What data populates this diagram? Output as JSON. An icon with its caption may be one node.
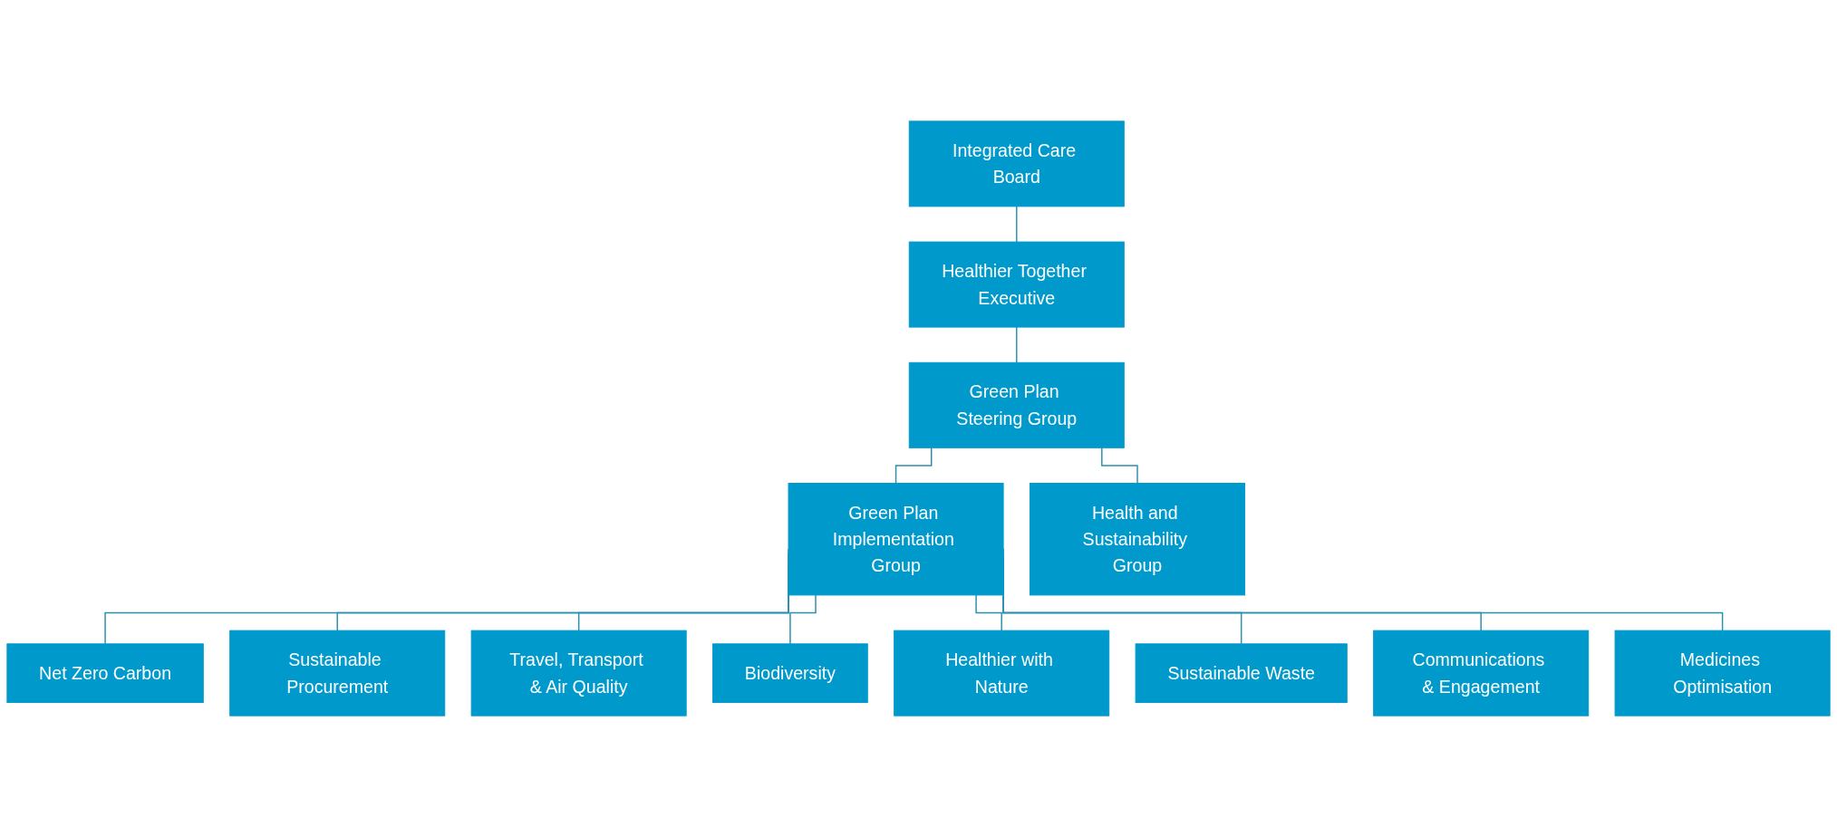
{
  "diagram": {
    "nodes": [
      {
        "text": [
          "Integrated Care Board"
        ]
      },
      {
        "text": [
          "Healthier Together Executive"
        ]
      },
      {
        "text": [
          "Green Plan Steering Group"
        ]
      },
      {
        "text": [
          "Green Plan Implementation Group"
        ]
      },
      {
        "text": [
          "Health and Sustainability Group"
        ]
      },
      {
        "text": [
          "Net Zero Carbon"
        ]
      },
      {
        "text": [
          "Sustainable Procurement"
        ]
      },
      {
        "text": [
          "Travel, Transport & Air Quality"
        ]
      },
      {
        "text": [
          "Biodiversity"
        ]
      },
      {
        "text": [
          "Healthier with Nature"
        ]
      },
      {
        "text": [
          "Sustainable Waste"
        ]
      },
      {
        "text": [
          "Communications & Engagement"
        ]
      },
      {
        "text": [
          "Medicines Optimisation"
        ]
      }
    ],
    "edges": [
      {
        "from": 0,
        "to": 1,
        "arrow": "none"
      },
      {
        "from": 1,
        "to": 2,
        "arrow": "none"
      },
      {
        "from": 2,
        "to": 3,
        "arrow": "none"
      },
      {
        "from": 2,
        "to": 4,
        "arrow": "none"
      },
      {
        "from": 3,
        "to": 5,
        "arrow": "none"
      },
      {
        "from": 3,
        "to": 6,
        "arrow": "none"
      },
      {
        "from": 3,
        "to": 7,
        "arrow": "none"
      },
      {
        "from": 3,
        "to": 8,
        "arrow": "none"
      },
      {
        "from": 3,
        "to": 9,
        "arrow": "none"
      },
      {
        "from": 3,
        "to": 10,
        "arrow": "none"
      },
      {
        "from": 3,
        "to": 11,
        "arrow": "none"
      },
      {
        "from": 3,
        "to": 12,
        "arrow": "none"
      }
    ]
  }
}
